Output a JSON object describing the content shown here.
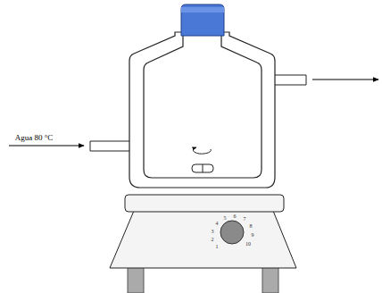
{
  "diagram": {
    "labels": [
      "Agua 80 °C",
      "1",
      "2",
      "3",
      "4",
      "5",
      "6",
      "7",
      "8",
      "9",
      "10"
    ]
  }
}
